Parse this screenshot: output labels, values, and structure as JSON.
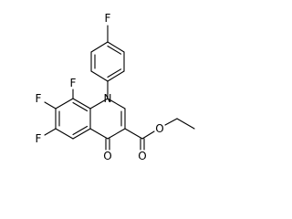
{
  "molecule": {
    "atoms": {
      "f_para": "F",
      "n1": "N",
      "f8": "F",
      "f7": "F",
      "f6": "F",
      "o_keto": "O",
      "o_ester_carbonyl": "O",
      "o_ester_ether": "O"
    }
  }
}
